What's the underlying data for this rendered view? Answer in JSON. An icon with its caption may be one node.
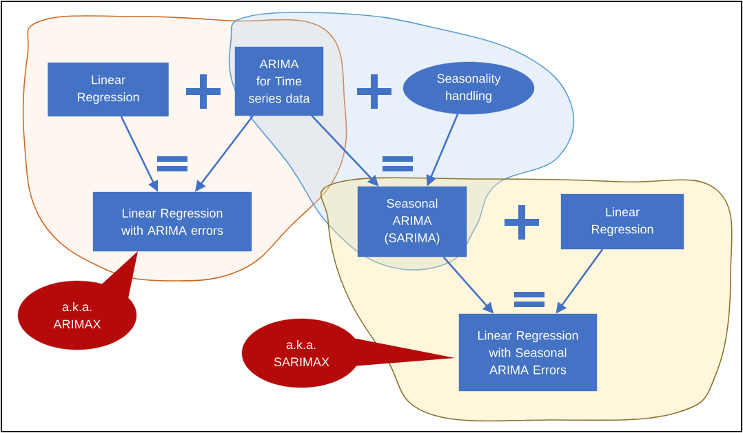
{
  "diagram": {
    "nodes": [
      {
        "text": [
          "Linear Regression"
        ]
      },
      {
        "text": [
          "ARIMA for Time series data"
        ]
      },
      {
        "text": [
          "Seasonality handling"
        ]
      },
      {
        "text": [
          "Linear Regression with ARIMA errors"
        ]
      },
      {
        "text": [
          "Seasonal ARIMA (SARIMA)"
        ]
      },
      {
        "text": [
          "Linear Regression"
        ]
      },
      {
        "text": [
          "Linear Regression with Seasonal ARIMA Errors"
        ]
      },
      {
        "text": [
          "a.k.a. ARIMAX"
        ]
      },
      {
        "text": [
          "a.k.a. SARIMAX"
        ]
      }
    ],
    "edges": [
      {
        "from": 0,
        "to": 3,
        "arrow": "to"
      },
      {
        "from": 1,
        "to": 3,
        "arrow": "to"
      },
      {
        "from": 1,
        "to": 4,
        "arrow": "to"
      },
      {
        "from": 2,
        "to": 4,
        "arrow": "to"
      },
      {
        "from": 4,
        "to": 6,
        "arrow": "to"
      },
      {
        "from": 5,
        "to": 6,
        "arrow": "to"
      }
    ]
  }
}
